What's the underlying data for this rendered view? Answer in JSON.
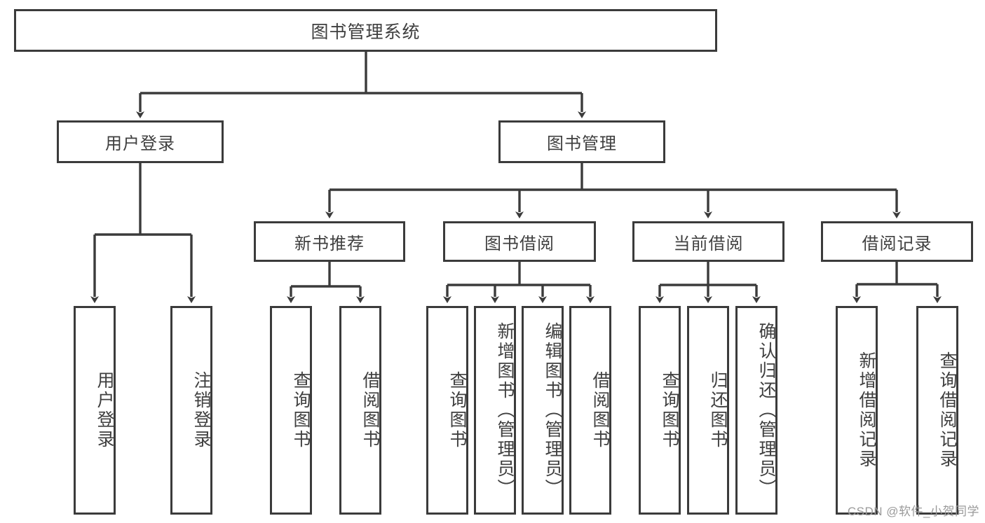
{
  "diagram": {
    "title": "图书管理系统",
    "type": "hierarchy-tree",
    "line_color": "#3b3b3b",
    "text_color": "#3f3f3f",
    "background_color": "#ffffff",
    "root": {
      "label": "图书管理系统"
    },
    "level2": [
      {
        "label": "用户登录"
      },
      {
        "label": "图书管理"
      }
    ],
    "level3": [
      {
        "label": "新书推荐"
      },
      {
        "label": "图书借阅"
      },
      {
        "label": "当前借阅"
      },
      {
        "label": "借阅记录"
      }
    ],
    "leaves": {
      "user_login": [
        {
          "label": "用户登录"
        },
        {
          "label": "注销登录"
        }
      ],
      "new_book_recommend": [
        {
          "label": "查询图书"
        },
        {
          "label": "借阅图书"
        }
      ],
      "book_borrow": [
        {
          "label": "查询图书"
        },
        {
          "label": "新增图书（管理员）"
        },
        {
          "label": "编辑图书（管理员）"
        },
        {
          "label": "借阅图书"
        }
      ],
      "current_borrow": [
        {
          "label": "查询图书"
        },
        {
          "label": "归还图书"
        },
        {
          "label": "确认归还（管理员）"
        }
      ],
      "borrow_record": [
        {
          "label": "新增借阅记录"
        },
        {
          "label": "查询借阅记录"
        }
      ]
    }
  },
  "watermark": {
    "text": "CSDN @软件_小贺同学"
  }
}
